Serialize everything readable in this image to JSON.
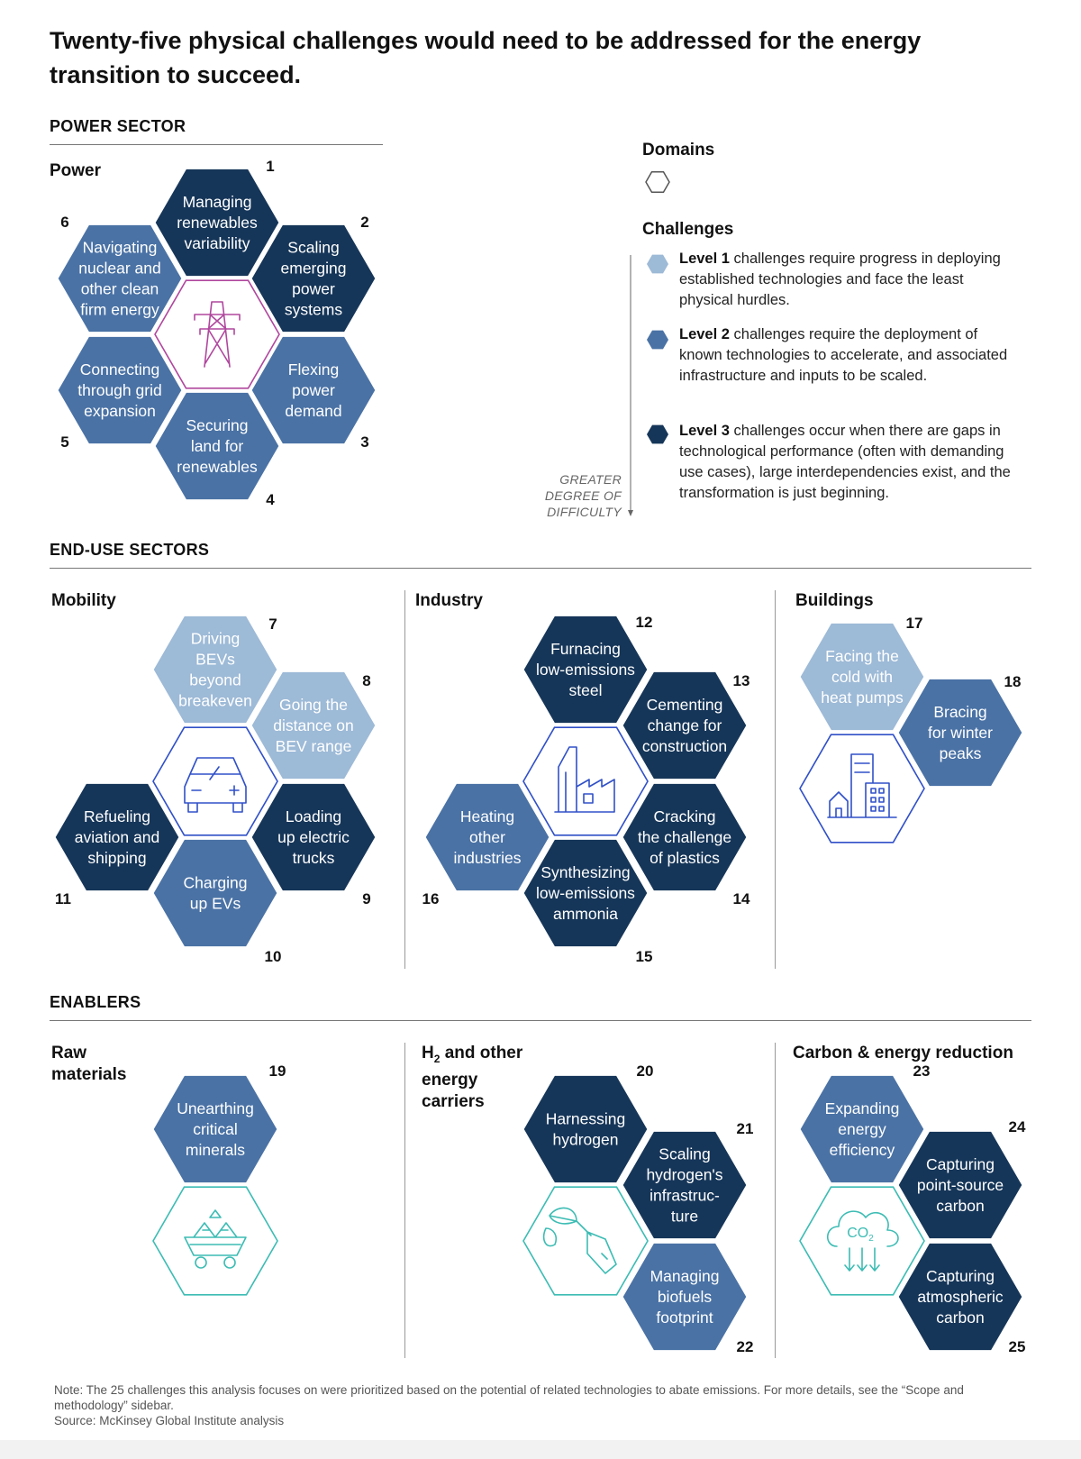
{
  "title": "Twenty-five physical challenges would need to be addressed for the energy transition to succeed.",
  "colors": {
    "level1": "#9dbad7",
    "level2": "#4a72a5",
    "level3": "#163659",
    "domain_power": "#b0479e",
    "domain_mobility": "#3050c8",
    "domain_industry": "#3050c8",
    "domain_buildings": "#3050c8",
    "domain_enabler": "#3cbcb4"
  },
  "sections": {
    "power": "POWER SECTOR",
    "enduse": "END-USE SECTORS",
    "enablers": "ENABLERS"
  },
  "legend": {
    "domains_title": "Domains",
    "challenges_title": "Challenges",
    "difficulty_label": "GREATER DEGREE OF DIFFICULTY",
    "levels": [
      {
        "level": 1,
        "label": "Level 1",
        "text": " challenges require progress in deploying established technologies and face the least physical hurdles."
      },
      {
        "level": 2,
        "label": "Level 2",
        "text": " challenges require the deployment of known technologies to accelerate, and associated infrastructure and inputs to be scaled."
      },
      {
        "level": 3,
        "label": "Level 3",
        "text": " challenges occur when there are gaps in technological performance (often with demanding use cases), large interdependencies exist, and the transformation is just beginning."
      }
    ]
  },
  "groups": [
    {
      "id": "power",
      "name": "Power",
      "domain_icon": "transmission-tower-icon",
      "challenges": [
        {
          "num": "1",
          "lines": [
            "Managing",
            "renewables",
            "variability"
          ],
          "level": 3
        },
        {
          "num": "2",
          "lines": [
            "Scaling",
            "emerging",
            "power",
            "systems"
          ],
          "level": 3
        },
        {
          "num": "3",
          "lines": [
            "Flexing",
            "power",
            "demand"
          ],
          "level": 2
        },
        {
          "num": "4",
          "lines": [
            "Securing",
            "land for",
            "renewables"
          ],
          "level": 2
        },
        {
          "num": "5",
          "lines": [
            "Connecting",
            "through grid",
            "expansion"
          ],
          "level": 2
        },
        {
          "num": "6",
          "lines": [
            "Navigating",
            "nuclear and",
            "other clean",
            "firm energy"
          ],
          "level": 2
        }
      ]
    },
    {
      "id": "mobility",
      "name": "Mobility",
      "domain_icon": "car-icon",
      "challenges": [
        {
          "num": "7",
          "lines": [
            "Driving",
            "BEVs",
            "beyond",
            "breakeven"
          ],
          "level": 1
        },
        {
          "num": "8",
          "lines": [
            "Going the",
            "distance on",
            "BEV range"
          ],
          "level": 1
        },
        {
          "num": "9",
          "lines": [
            "Loading",
            "up electric",
            "trucks"
          ],
          "level": 3
        },
        {
          "num": "10",
          "lines": [
            "Charging",
            "up EVs"
          ],
          "level": 2
        },
        {
          "num": "11",
          "lines": [
            "Refueling",
            "aviation and",
            "shipping"
          ],
          "level": 3
        }
      ]
    },
    {
      "id": "industry",
      "name": "Industry",
      "domain_icon": "factory-icon",
      "challenges": [
        {
          "num": "12",
          "lines": [
            "Furnacing",
            "low-emissions",
            "steel"
          ],
          "level": 3
        },
        {
          "num": "13",
          "lines": [
            "Cementing",
            "change for",
            "construction"
          ],
          "level": 3
        },
        {
          "num": "14",
          "lines": [
            "Cracking",
            "the challenge",
            "of plastics"
          ],
          "level": 3
        },
        {
          "num": "15",
          "lines": [
            "Synthesizing",
            "low-emissions",
            "ammonia"
          ],
          "level": 3
        },
        {
          "num": "16",
          "lines": [
            "Heating",
            "other",
            "industries"
          ],
          "level": 2
        }
      ]
    },
    {
      "id": "buildings",
      "name": "Buildings",
      "domain_icon": "buildings-icon",
      "challenges": [
        {
          "num": "17",
          "lines": [
            "Facing the",
            "cold with",
            "heat pumps"
          ],
          "level": 1
        },
        {
          "num": "18",
          "lines": [
            "Bracing",
            "for winter",
            "peaks"
          ],
          "level": 2
        }
      ]
    },
    {
      "id": "raw",
      "name": "Raw materials",
      "name_lines": [
        "Raw",
        "materials"
      ],
      "domain_icon": "mine-cart-icon",
      "challenges": [
        {
          "num": "19",
          "lines": [
            "Unearthing",
            "critical",
            "minerals"
          ],
          "level": 2
        }
      ]
    },
    {
      "id": "h2",
      "name_lines": [
        "H",
        "and other",
        "energy",
        "carriers"
      ],
      "name_sub": "2",
      "domain_icon": "fuel-nozzle-icon",
      "challenges": [
        {
          "num": "20",
          "lines": [
            "Harnessing",
            "hydrogen"
          ],
          "level": 3
        },
        {
          "num": "21",
          "lines": [
            "Scaling",
            "hydrogen's",
            "infrastruc-",
            "ture"
          ],
          "level": 3
        },
        {
          "num": "22",
          "lines": [
            "Managing",
            "biofuels",
            "footprint"
          ],
          "level": 2
        }
      ]
    },
    {
      "id": "carbon",
      "name": "Carbon & energy reduction",
      "domain_icon": "co2-cloud-icon",
      "challenges": [
        {
          "num": "23",
          "lines": [
            "Expanding",
            "energy",
            "efficiency"
          ],
          "level": 2
        },
        {
          "num": "24",
          "lines": [
            "Capturing",
            "point-source",
            "carbon"
          ],
          "level": 3
        },
        {
          "num": "25",
          "lines": [
            "Capturing",
            "atmospheric",
            "carbon"
          ],
          "level": 3
        }
      ]
    }
  ],
  "co2_label": "CO",
  "co2_sub": "2",
  "note": "Note: The 25 challenges this analysis focuses on were prioritized based on the potential of related technologies to abate emissions. For more details, see the “Scope and methodology” sidebar.",
  "source": "Source: McKinsey Global Institute analysis"
}
